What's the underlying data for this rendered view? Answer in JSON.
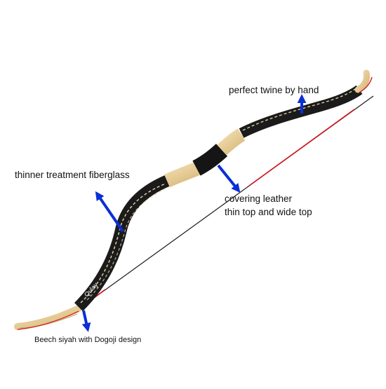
{
  "annotations": {
    "twine": "perfect twine by hand",
    "fiberglass": "thinner treatment fiberglass",
    "covering_line1": "covering leather",
    "covering_line2": "thin top and wide top",
    "siyah": "Beech siyah with Dogoji design"
  },
  "bow_brand": "Qulay",
  "colors": {
    "arrow": "#0a2fd6",
    "leather": "#1b1b1b",
    "wood": "#e3c996",
    "string": "#1a1a1a",
    "string_accent": "#d2141e",
    "text": "#111111"
  }
}
